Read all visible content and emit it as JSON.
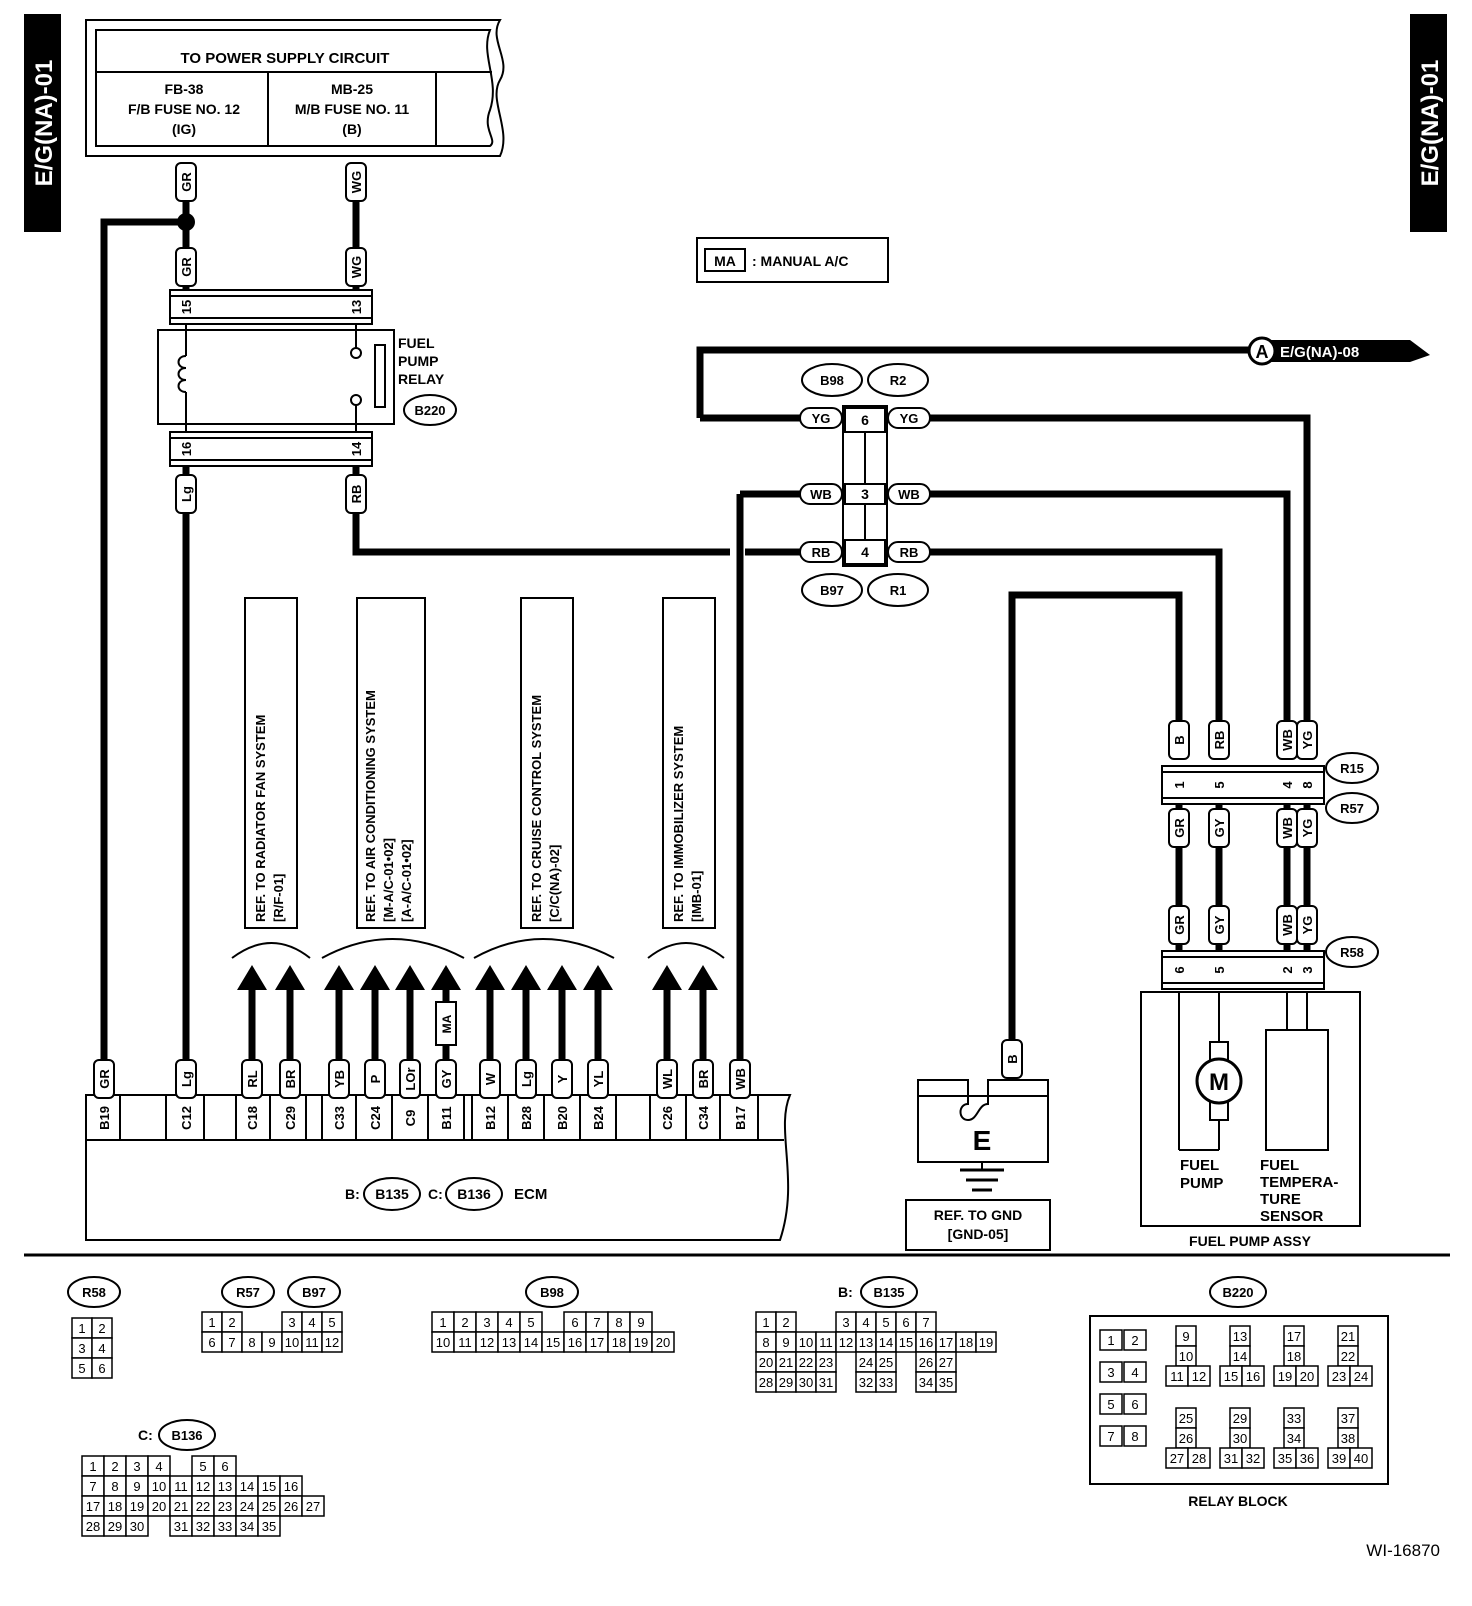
{
  "page_tag": "E/G(NA)-01",
  "diagram_id": "WI-16870",
  "legend": {
    "code": "MA",
    "text": ": MANUAL A/C"
  },
  "power_supply": {
    "title": "TO POWER SUPPLY CIRCUIT",
    "fuse1": [
      "FB-38",
      "F/B FUSE NO. 12",
      "(IG)"
    ],
    "fuse2": [
      "MB-25",
      "M/B FUSE NO. 11",
      "(B)"
    ]
  },
  "relay": {
    "label": [
      "FUEL",
      "PUMP",
      "RELAY"
    ],
    "connector": "B220",
    "pins_top": [
      "15",
      "13"
    ],
    "pins_bottom": [
      "16",
      "14"
    ]
  },
  "ref_a": {
    "letter": "A",
    "text": "E/G(NA)-08"
  },
  "connectors": {
    "b98": "B98",
    "r2": "R2",
    "b97": "B97",
    "r1": "R1",
    "r15": "R15",
    "r57": "R57",
    "r58": "R58",
    "b135": "B135",
    "b136": "B136"
  },
  "joint_pins": [
    "6",
    "3",
    "4"
  ],
  "wires": {
    "GR": "GR",
    "WG": "WG",
    "Lg": "Lg",
    "RB": "RB",
    "YG": "YG",
    "WB": "WB",
    "B": "B",
    "GY": "GY",
    "RL": "RL",
    "BR": "BR",
    "YB": "YB",
    "P": "P",
    "LOr": "LOr",
    "W": "W",
    "Y": "Y",
    "YL": "YL",
    "WL": "WL",
    "MA": "MA"
  },
  "r15_pins": [
    "1",
    "5",
    "4",
    "8"
  ],
  "r58_pins": [
    "6",
    "5",
    "2",
    "3"
  ],
  "references": [
    [
      "REF. TO RADIATOR FAN SYSTEM",
      "[R/F-01]"
    ],
    [
      "REF. TO AIR CONDITIONING SYSTEM",
      "[M-A/C-01•02]",
      "[A-A/C-01•02]"
    ],
    [
      "REF. TO CRUISE CONTROL SYSTEM",
      "[C/C(NA)-02]"
    ],
    [
      "REF. TO IMMOBILIZER SYSTEM",
      "[IMB-01]"
    ]
  ],
  "ecm": {
    "label": "ECM",
    "prefix_b": "B:",
    "prefix_c": "C:",
    "pins": [
      {
        "wire": "GR",
        "pin": "B19"
      },
      {
        "wire": "Lg",
        "pin": "C12"
      },
      {
        "wire": "RL",
        "pin": "C18"
      },
      {
        "wire": "BR",
        "pin": "C29"
      },
      {
        "wire": "YB",
        "pin": "C33"
      },
      {
        "wire": "P",
        "pin": "C24"
      },
      {
        "wire": "LOr",
        "pin": "C9"
      },
      {
        "wire": "GY",
        "pin": "B11"
      },
      {
        "wire": "W",
        "pin": "B12"
      },
      {
        "wire": "Lg",
        "pin": "B28"
      },
      {
        "wire": "Y",
        "pin": "B20"
      },
      {
        "wire": "YL",
        "pin": "B24"
      },
      {
        "wire": "WL",
        "pin": "C26"
      },
      {
        "wire": "BR",
        "pin": "C34"
      },
      {
        "wire": "WB",
        "pin": "B17"
      }
    ]
  },
  "ground": {
    "symbol": "E",
    "ref": [
      "REF. TO GND",
      "[GND-05]"
    ]
  },
  "fuel_pump_assy": {
    "title": "FUEL PUMP ASSY",
    "motor": "M",
    "pump": [
      "FUEL",
      "PUMP"
    ],
    "sensor": [
      "FUEL",
      "TEMPERA-",
      "TURE",
      "SENSOR"
    ]
  },
  "relay_block_label": "RELAY BLOCK",
  "connector_views": {
    "r58": [
      [
        "1",
        "2"
      ],
      [
        "3",
        "4"
      ],
      [
        "5",
        "6"
      ]
    ],
    "r57_b97": [
      [
        "1",
        "2",
        "",
        "",
        "3",
        "4",
        "5"
      ],
      [
        "6",
        "7",
        "8",
        "9",
        "10",
        "11",
        "12"
      ]
    ],
    "b98": [
      [
        "1",
        "2",
        "3",
        "4",
        "5",
        "",
        "6",
        "7",
        "8",
        "9"
      ],
      [
        "10",
        "11",
        "12",
        "13",
        "14",
        "15",
        "16",
        "17",
        "18",
        "19",
        "20"
      ]
    ],
    "b135": [
      [
        "1",
        "2",
        "",
        "",
        "3",
        "4",
        "5",
        "6",
        "7"
      ],
      [
        "8",
        "9",
        "10",
        "11",
        "12",
        "13",
        "14",
        "15",
        "16",
        "17",
        "18",
        "19"
      ],
      [
        "20",
        "21",
        "22",
        "23",
        "",
        "24",
        "25",
        "",
        "26",
        "27"
      ],
      [
        "28",
        "29",
        "30",
        "31",
        "",
        "32",
        "33",
        "",
        "34",
        "35"
      ]
    ],
    "b136": [
      [
        "1",
        "2",
        "3",
        "4",
        "",
        "5",
        "6"
      ],
      [
        "7",
        "8",
        "9",
        "10",
        "11",
        "12",
        "13",
        "14",
        "15",
        "16"
      ],
      [
        "17",
        "18",
        "19",
        "20",
        "21",
        "22",
        "23",
        "24",
        "25",
        "26",
        "27"
      ],
      [
        "28",
        "29",
        "30",
        "",
        "31",
        "32",
        "33",
        "34",
        "35"
      ]
    ],
    "b220": {
      "left": [
        "1",
        "2",
        "3",
        "4",
        "5",
        "6",
        "7",
        "8"
      ],
      "top": [
        [
          "9",
          "10",
          "11",
          "12"
        ],
        [
          "13",
          "14",
          "15",
          "16"
        ],
        [
          "17",
          "18",
          "19",
          "20"
        ],
        [
          "21",
          "22",
          "23",
          "24"
        ]
      ],
      "bottom": [
        [
          "25",
          "26",
          "27",
          "28"
        ],
        [
          "29",
          "30",
          "31",
          "32"
        ],
        [
          "33",
          "34",
          "35",
          "36"
        ],
        [
          "37",
          "38",
          "39",
          "40"
        ]
      ]
    }
  }
}
